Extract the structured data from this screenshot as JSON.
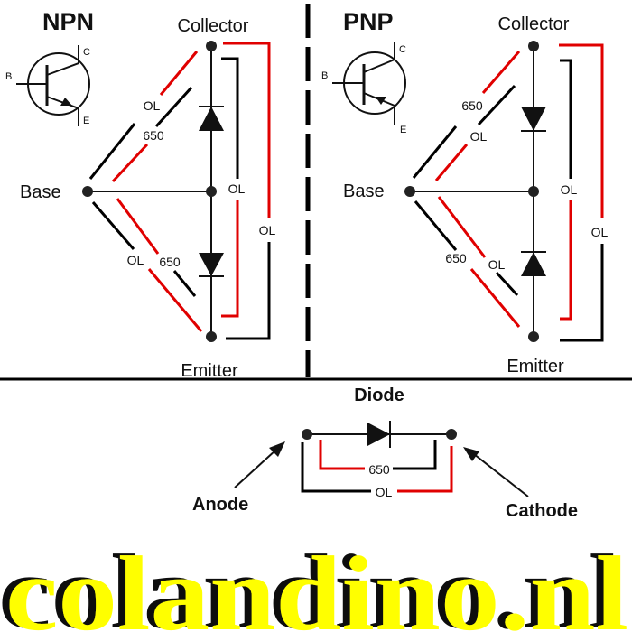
{
  "npn": {
    "title": "NPN",
    "symbol": {
      "b": "B",
      "c": "C",
      "e": "E"
    },
    "collector": "Collector",
    "base": "Base",
    "emitter": "Emitter",
    "readings": {
      "bc_upper": "OL",
      "bc_lower": "650",
      "be_upper": "OL",
      "be_lower": "650",
      "ce_inner": "OL",
      "ce_outer": "OL"
    }
  },
  "pnp": {
    "title": "PNP",
    "symbol": {
      "b": "B",
      "c": "C",
      "e": "E"
    },
    "collector": "Collector",
    "base": "Base",
    "emitter": "Emitter",
    "readings": {
      "bc_upper": "650",
      "bc_lower": "OL",
      "be_upper": "650",
      "be_lower": "OL",
      "ce_inner": "OL",
      "ce_outer": "OL"
    }
  },
  "diode": {
    "title": "Diode",
    "anode": "Anode",
    "cathode": "Cathode",
    "forward": "650",
    "reverse": "OL"
  },
  "watermark": "colandino.nl",
  "colors": {
    "red_probe": "#e00000",
    "black_probe": "#000000",
    "watermark": "#ffff00"
  }
}
